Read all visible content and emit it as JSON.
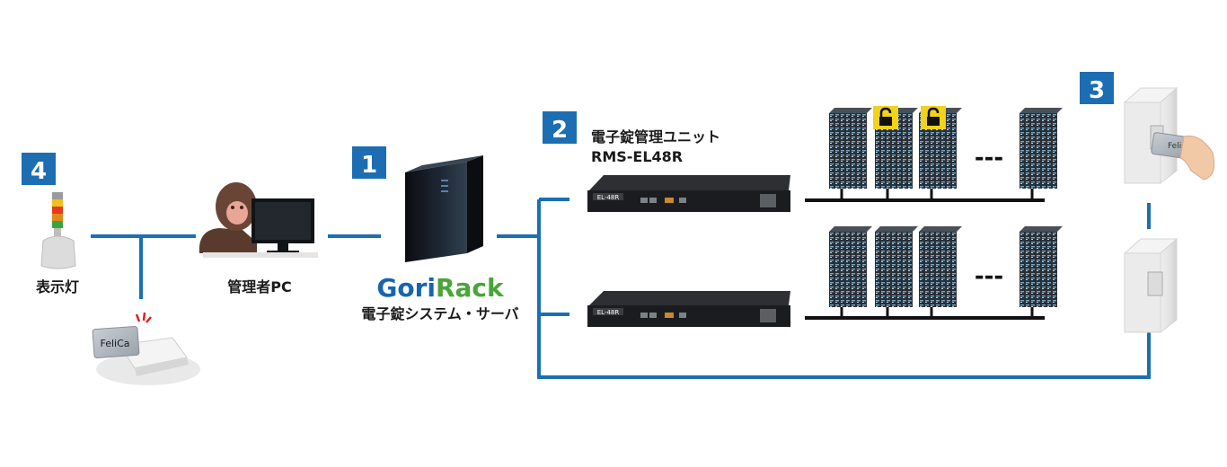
{
  "badges": {
    "server": "1",
    "unit": "2",
    "door": "3",
    "lamp": "4"
  },
  "labels": {
    "lamp": "表示灯",
    "admin_pc": "管理者PC",
    "unit_title": "電子錠管理ユニット",
    "unit_model": "RMS-EL48R",
    "server_caption": "電子錠システム・サーバ",
    "felica_reader": "FeliCa",
    "felica_card": "Felica",
    "ellipsis_top": "---",
    "ellipsis_bottom": "---",
    "device_tag_top": "EL-48R",
    "device_tag_bottom": "EL-48R"
  },
  "logo": {
    "text_part1": "Go",
    "text_part2": "ri",
    "text_part3": "Rack"
  },
  "colors": {
    "line": "#1a6fb5",
    "badge": "#1d6db3",
    "logo_blue": "#1665b0",
    "logo_green": "#4aa43a",
    "lock": "#f2d21b"
  }
}
